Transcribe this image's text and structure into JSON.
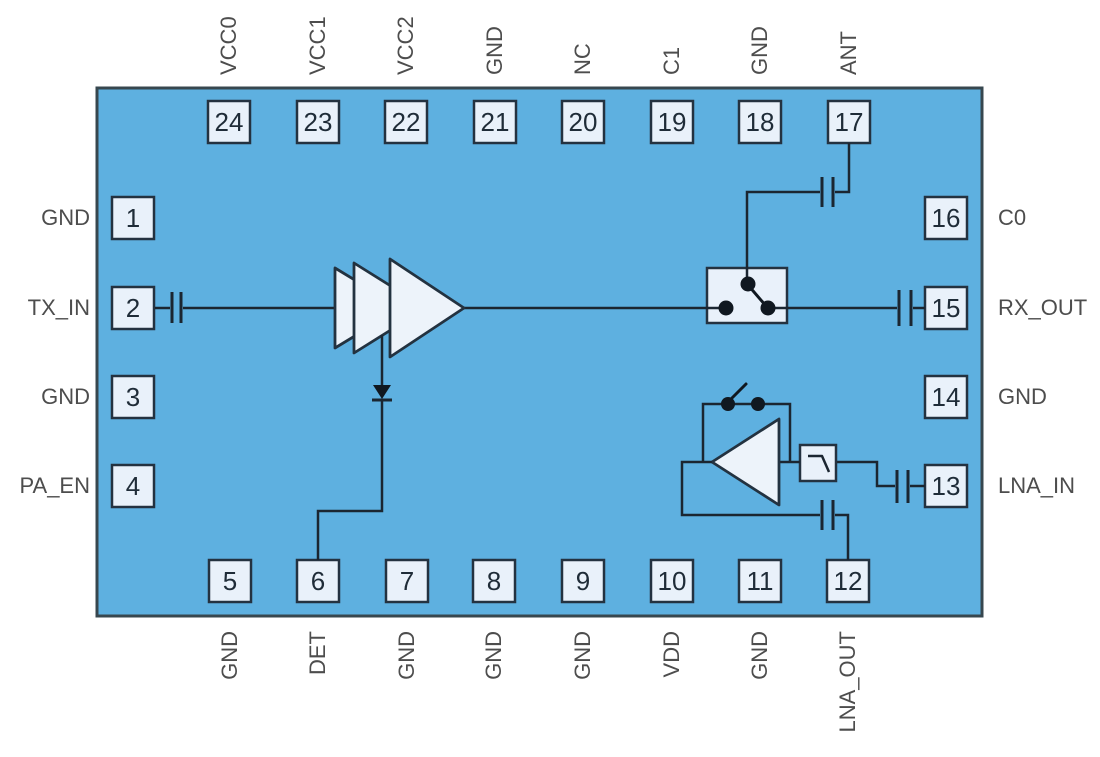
{
  "diagram": {
    "kind": "rf-front-end-module-pinout",
    "pin_count": 24,
    "colors": {
      "background": "#FFFFFF",
      "chip_fill": "#5EB0E0",
      "chip_border": "#37474F",
      "component_fill": "#E9F1FA",
      "wire": "#1B2631",
      "pin_number_text": "#1F2C38",
      "pin_label_text": "#4D4D4D"
    },
    "components": [
      "pa-amplifier-3-stage",
      "power-detector-diode",
      "antenna-spdt-switch",
      "lna-amplifier",
      "lna-bypass-switch",
      "low-pass-filter",
      "dc-block-capacitors"
    ],
    "pins": {
      "top": [
        {
          "number": "24",
          "label": "VCC0"
        },
        {
          "number": "23",
          "label": "VCC1"
        },
        {
          "number": "22",
          "label": "VCC2"
        },
        {
          "number": "21",
          "label": "GND"
        },
        {
          "number": "20",
          "label": "NC"
        },
        {
          "number": "19",
          "label": "C1"
        },
        {
          "number": "18",
          "label": "GND"
        },
        {
          "number": "17",
          "label": "ANT"
        }
      ],
      "left": [
        {
          "number": "1",
          "label": "GND"
        },
        {
          "number": "2",
          "label": "TX_IN"
        },
        {
          "number": "3",
          "label": "GND"
        },
        {
          "number": "4",
          "label": "PA_EN"
        }
      ],
      "right": [
        {
          "number": "16",
          "label": "C0"
        },
        {
          "number": "15",
          "label": "RX_OUT"
        },
        {
          "number": "14",
          "label": "GND"
        },
        {
          "number": "13",
          "label": "LNA_IN"
        }
      ],
      "bottom": [
        {
          "number": "5",
          "label": "GND"
        },
        {
          "number": "6",
          "label": "DET"
        },
        {
          "number": "7",
          "label": "GND"
        },
        {
          "number": "8",
          "label": "GND"
        },
        {
          "number": "9",
          "label": "GND"
        },
        {
          "number": "10",
          "label": "VDD"
        },
        {
          "number": "11",
          "label": "GND"
        },
        {
          "number": "12",
          "label": "LNA_OUT"
        }
      ]
    }
  }
}
